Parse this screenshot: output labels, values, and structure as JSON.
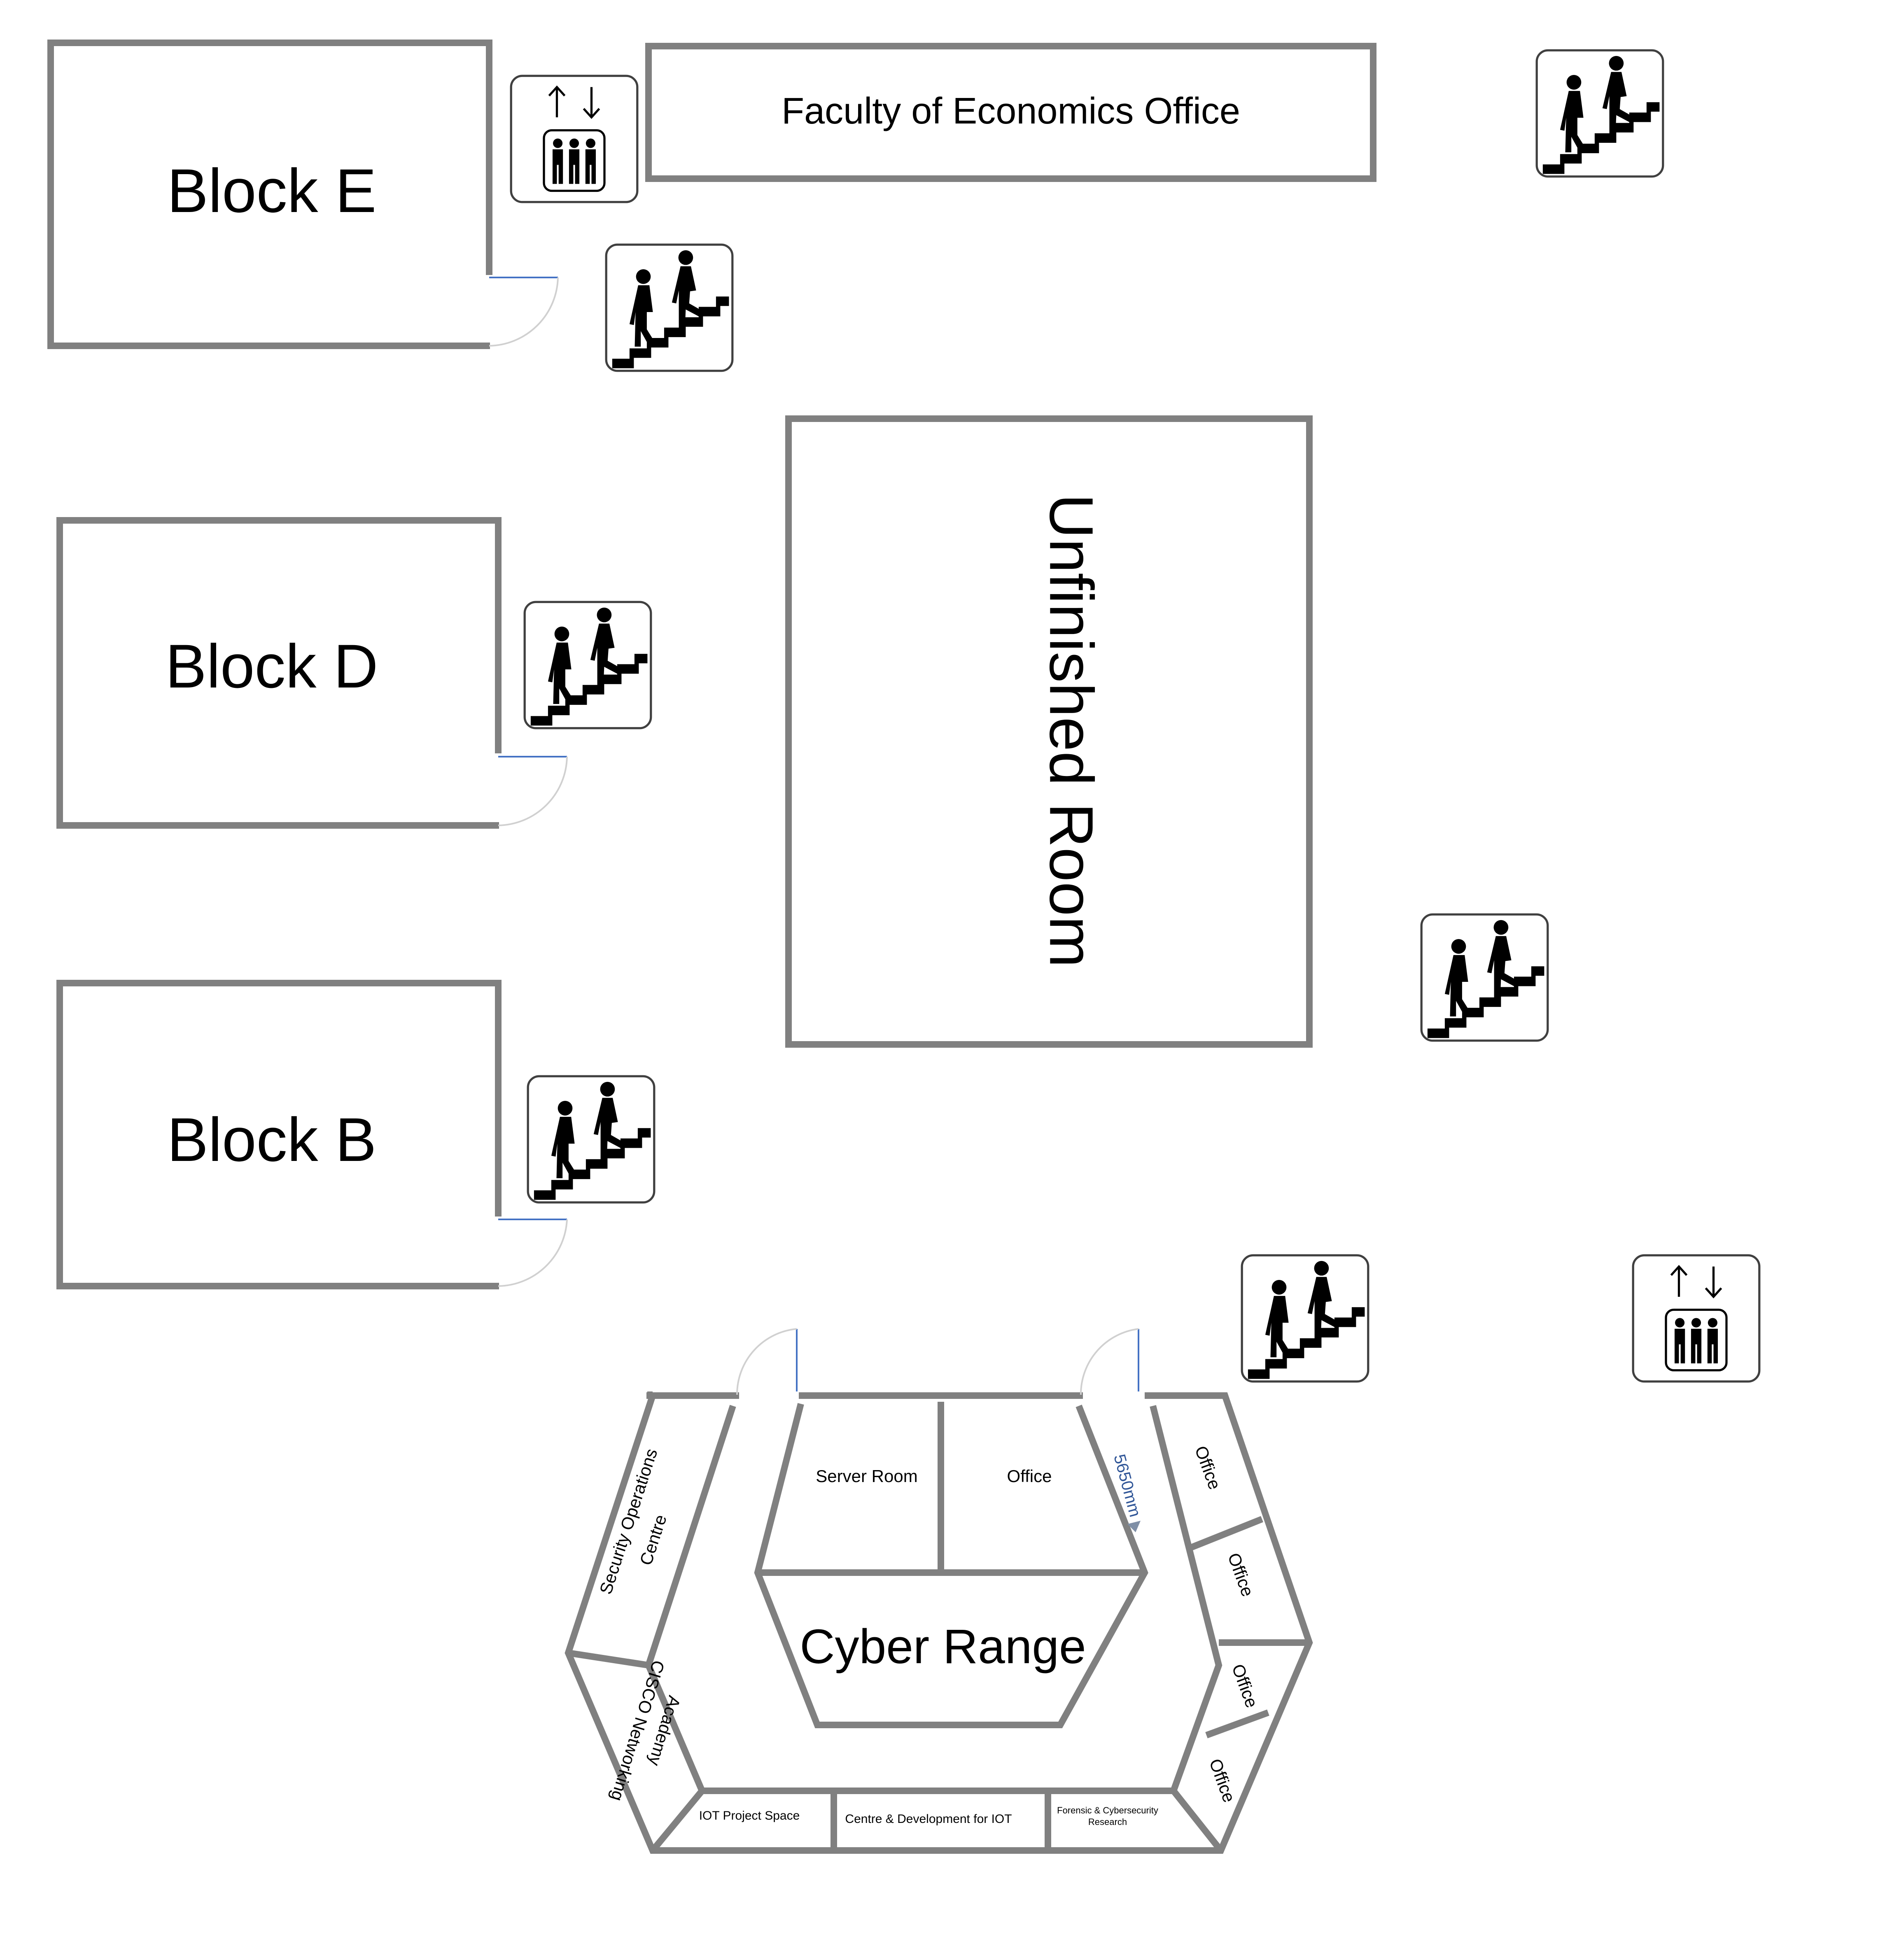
{
  "colors": {
    "wall": "#808080",
    "door_line": "#4472c4",
    "door_arc": "#d0d0d0",
    "dimension_text": "#2f5597",
    "text": "#000000",
    "background": "#ffffff"
  },
  "rooms": {
    "block_e": "Block E",
    "block_d": "Block D",
    "block_b": "Block B",
    "faculty_office": "Faculty of Economics Office",
    "unfinished_room": "Unfinished Room",
    "cyber_range": "Cyber Range",
    "server_room": "Server Room",
    "office_center": "Office",
    "office_right_1": "Office",
    "office_right_2": "Office",
    "office_right_3": "Office",
    "office_right_4": "Office",
    "soc_line1": "Security Operations",
    "soc_line2": "Centre",
    "cisco_line1": "CISCO Networking",
    "cisco_line2": "Academy",
    "iot_project": "IOT Project Space",
    "centre_iot": "Centre & Development for IOT",
    "forensic_line1": "Forensic & Cybersecurity",
    "forensic_line2": "Research"
  },
  "dimension": "5650mm",
  "icons": {
    "stairs": "stairs-icon",
    "elevator": "elevator-icon"
  }
}
